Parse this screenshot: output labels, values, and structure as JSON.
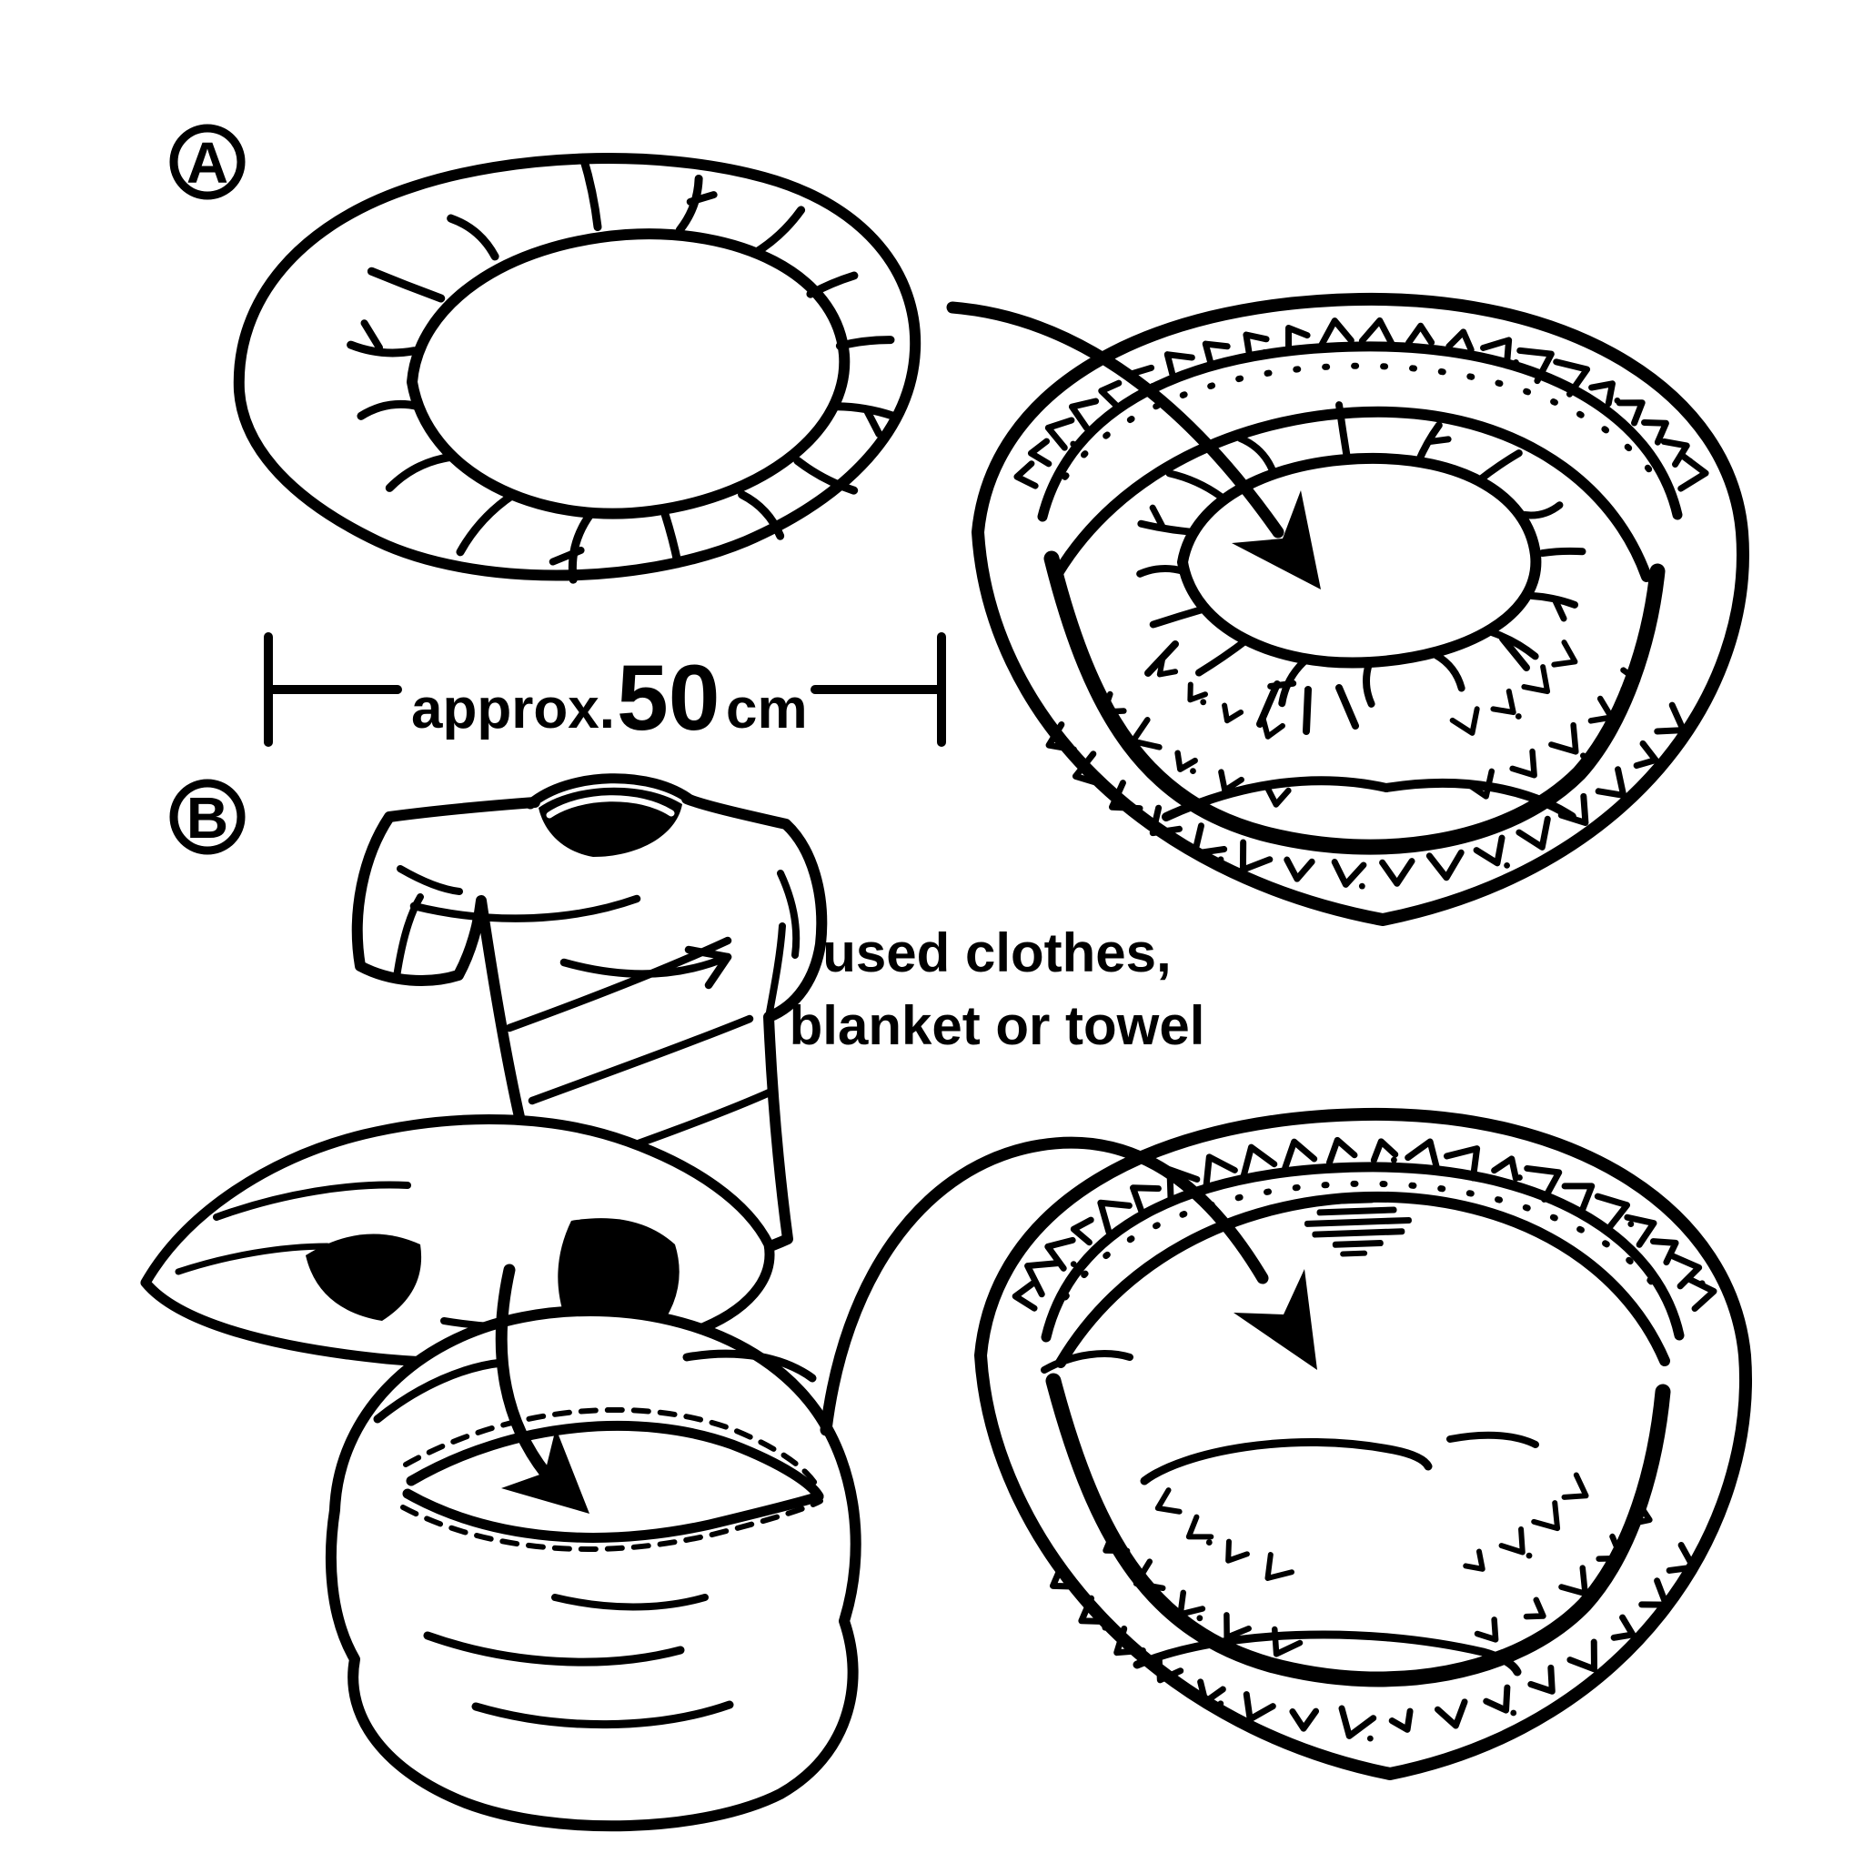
{
  "canvas": {
    "background": "#ffffff",
    "ink": "#000000"
  },
  "steps": {
    "a": {
      "label": "A"
    },
    "b": {
      "label": "B"
    }
  },
  "dimension": {
    "prefix": "approx.",
    "value": "50",
    "unit": "cm"
  },
  "note": {
    "line1": "used clothes,",
    "line2": "blanket or towel"
  }
}
